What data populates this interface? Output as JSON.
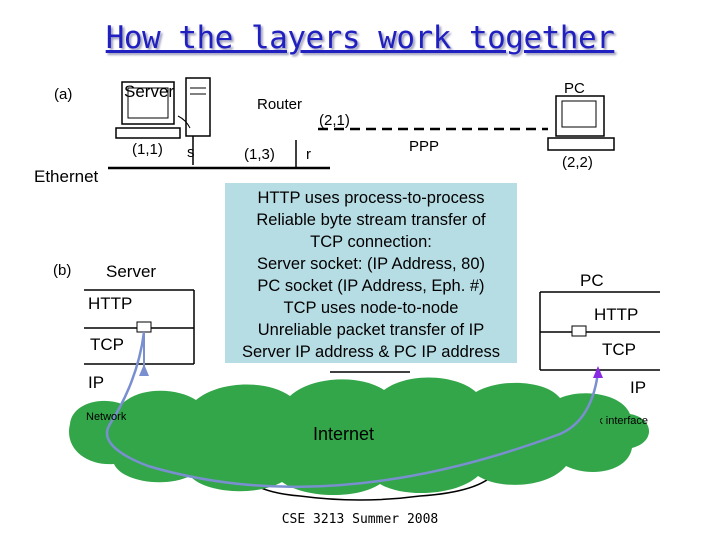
{
  "slide": {
    "title": "How the layers work together",
    "footer": "CSE 3213 Summer 2008"
  },
  "part_a": {
    "label": "(a)",
    "server": "Server",
    "router": "Router",
    "pc": "PC",
    "addr_server": "(1,1)",
    "mark_s": "s",
    "addr_router_eth": "(1,3)",
    "mark_r": "r",
    "addr_router_ppp": "(2,1)",
    "ppp": "PPP",
    "addr_pc": "(2,2)",
    "ethernet": "Ethernet"
  },
  "part_b": {
    "label": "(b)",
    "server": "Server",
    "pc": "PC",
    "server_layers": [
      "HTTP",
      "TCP",
      "IP"
    ],
    "server_netif": "Network interface",
    "pc_layers": [
      "HTTP",
      "TCP",
      "IP"
    ],
    "pc_netif": "Network interface",
    "internet": "Internet"
  },
  "callout": {
    "lines": [
      "HTTP uses process-to-process",
      "Reliable byte stream transfer of",
      "TCP connection:",
      "Server socket: (IP Address, 80)",
      "PC socket (IP Address, Eph. #)",
      "TCP uses node-to-node",
      "Unreliable packet transfer of IP",
      "Server IP address & PC IP address"
    ]
  },
  "colors": {
    "title": "#2020c0",
    "cloud": "#33a64a",
    "callout_bg": "#b7dde4",
    "arrow": "#7a8fd0",
    "pc_arrow": "#8a2be2"
  }
}
